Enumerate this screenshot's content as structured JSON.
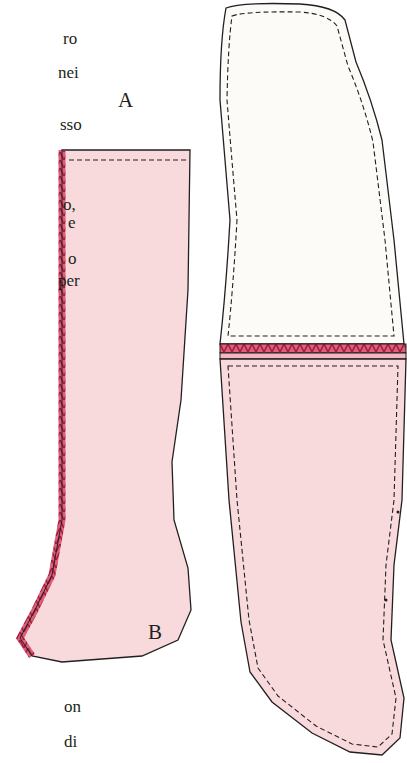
{
  "diagram": {
    "labels": [
      "ro",
      "nei",
      "A",
      "sso",
      "o,",
      "e",
      "o",
      "per",
      "on",
      "B",
      "di"
    ]
  }
}
